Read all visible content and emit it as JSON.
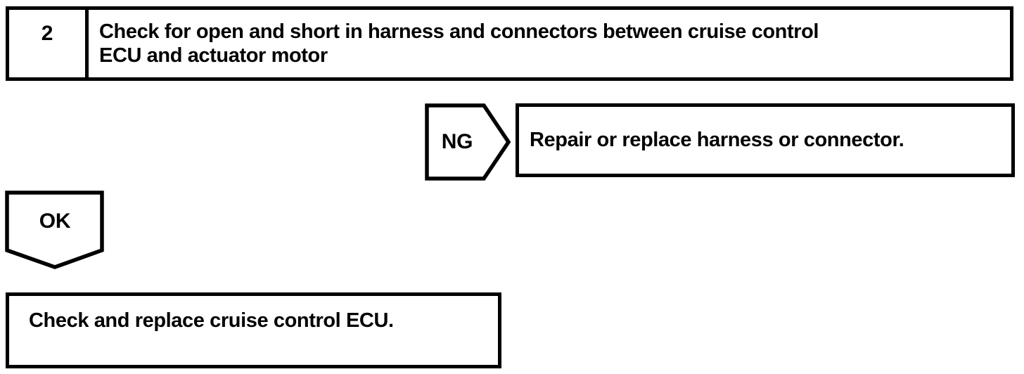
{
  "page": {
    "background": "#ffffff",
    "ink": "#000000"
  },
  "flowchart": {
    "step_box": {
      "number": "2",
      "title_lines": [
        "Check for open and short in harness and connectors between cruise control",
        "ECU and actuator motor"
      ]
    },
    "ng_branch": {
      "connector_label": "NG",
      "action": "Repair or replace harness or connector."
    },
    "ok_branch": {
      "connector_label": "OK",
      "action": "Check and replace cruise control ECU."
    }
  }
}
